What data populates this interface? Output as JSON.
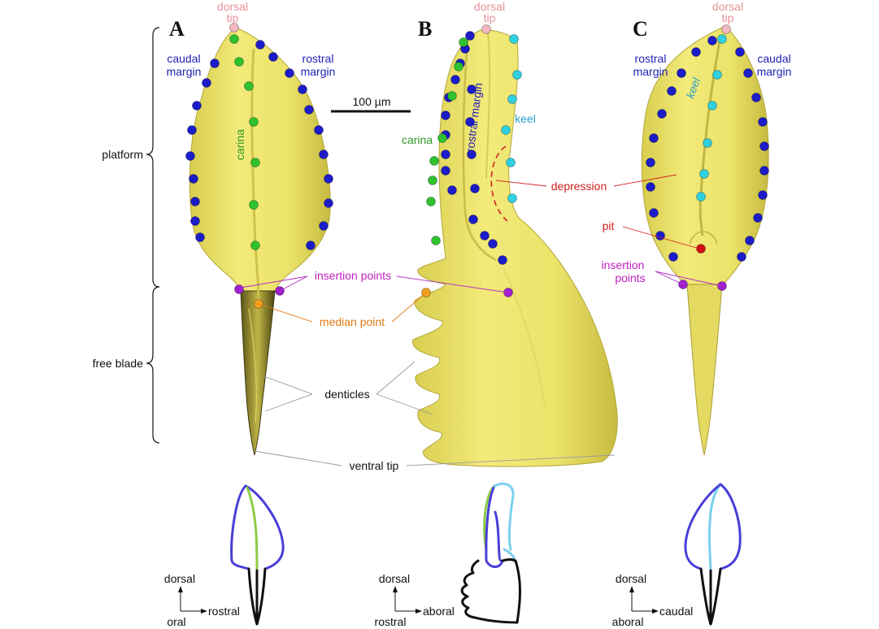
{
  "panels": {
    "A": "A",
    "B": "B",
    "C": "C"
  },
  "labels": {
    "dorsal_tip_a": [
      "dorsal",
      "tip"
    ],
    "dorsal_tip_b": [
      "dorsal",
      "tip"
    ],
    "dorsal_tip_c": [
      "dorsal",
      "tip"
    ],
    "caudal_margin_a": [
      "caudal",
      "margin"
    ],
    "rostral_margin_a": [
      "rostral",
      "margin"
    ],
    "rostral_margin_c": [
      "rostral",
      "margin"
    ],
    "caudal_margin_c": [
      "caudal",
      "margin"
    ],
    "carina_a": "carina",
    "carina_b": "carina",
    "rostral_margin_b": "rostral margin",
    "keel_b": "keel",
    "keel_c": "keel",
    "scale_bar": "100 µm",
    "platform": "platform",
    "free_blade": "free blade",
    "depression": "depression",
    "pit": "pit",
    "insertion_points_ab": "insertion points",
    "insertion_points_c": [
      "insertion",
      "points"
    ],
    "median_point": "median point",
    "denticles": "denticles",
    "ventral_tip": "ventral tip"
  },
  "orientation": {
    "A": {
      "up": "dorsal",
      "right": "rostral",
      "origin": "oral"
    },
    "B": {
      "up": "dorsal",
      "right": "aboral",
      "origin": "rostral"
    },
    "C": {
      "up": "dorsal",
      "right": "caudal",
      "origin": "aboral"
    }
  },
  "colors": {
    "body": "#ece36a",
    "body_edge": "#b7ac3a",
    "margin": "#1c1cc8",
    "carina": "#2fc22f",
    "keel": "#2fd0e0",
    "dorsal_tip": "#f3b8c0",
    "insertion": "#a020d0",
    "median": "#f0a020",
    "pit": "#d01010",
    "outline_margin": "#4a3ed8",
    "outline_carina": "#8ccc44",
    "outline_keel": "#7ad0ee",
    "outline_blade": "#111111",
    "leader": "#999999"
  }
}
